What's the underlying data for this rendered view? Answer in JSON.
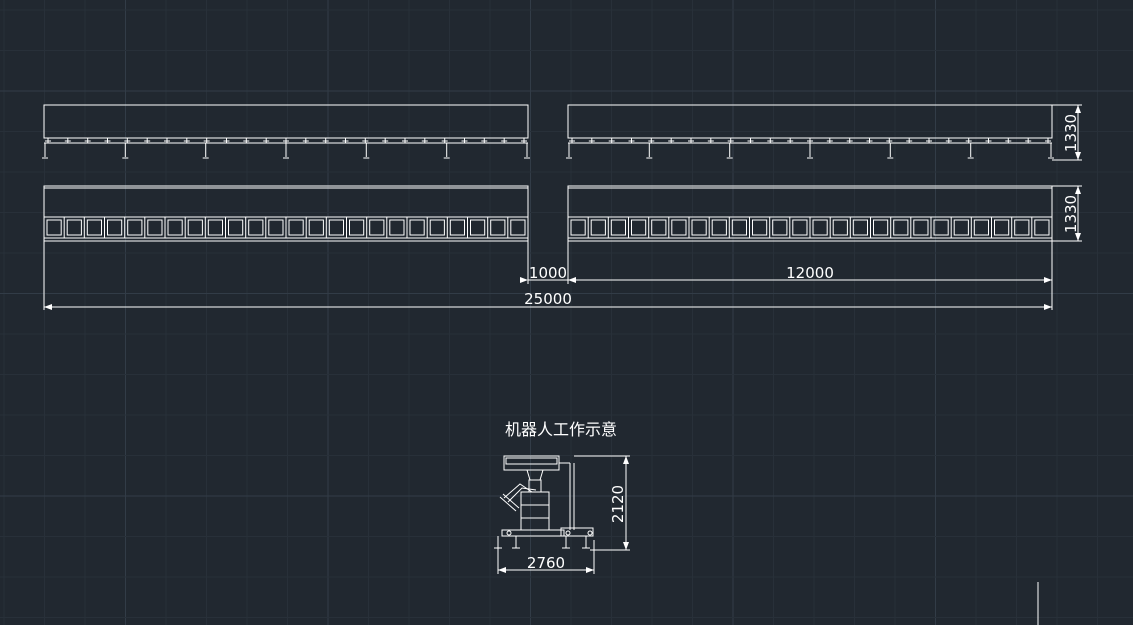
{
  "colors": {
    "background": "#212830",
    "grid_minor": "#283039",
    "grid_major": "#323c47",
    "line": "#ffffff"
  },
  "drawing": {
    "caption": "机器人工作示意",
    "dimensions": {
      "gap": "1000",
      "right_length": "12000",
      "total_length": "25000",
      "top_height": "1330",
      "bottom_height": "1330",
      "robot_height": "2120",
      "robot_width": "2760"
    }
  }
}
